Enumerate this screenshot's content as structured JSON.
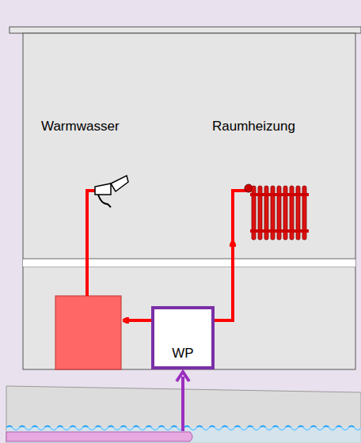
{
  "diagram": {
    "nodes": [
      {
        "text": [
          "WP"
        ]
      }
    ],
    "labels": [
      "Warmwasser",
      "Raumheizung"
    ]
  }
}
